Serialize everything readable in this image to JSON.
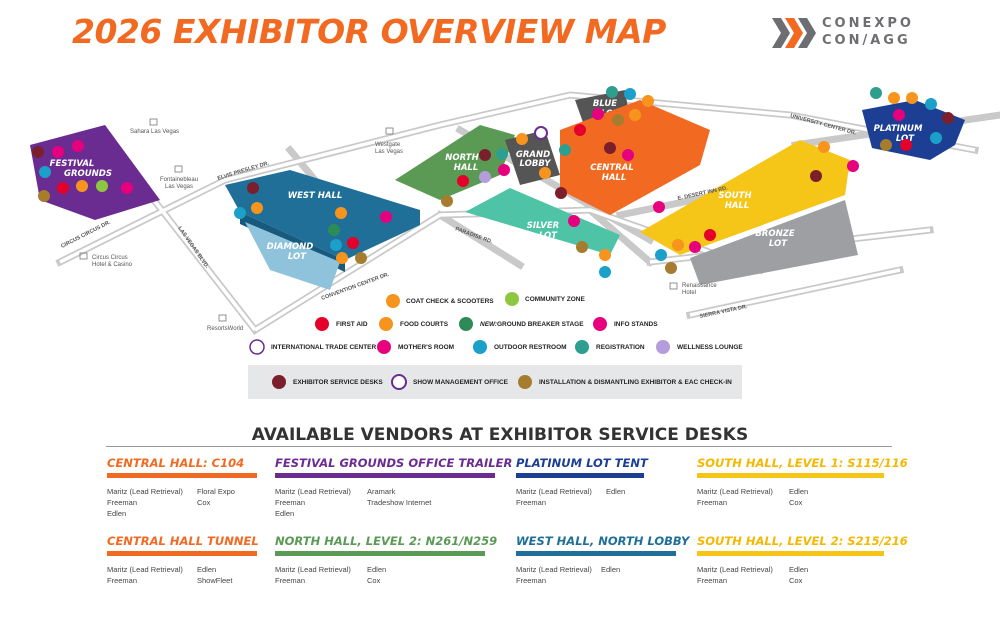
{
  "header": {
    "title": "2026 EXHIBITOR OVERVIEW MAP",
    "logo_line1": "CONEXPO",
    "logo_line2": "CON/AGG"
  },
  "colors": {
    "orange": "#f26a21",
    "purple": "#6b2c91",
    "blue": "#1f6f99",
    "lightblue": "#8fc3dc",
    "green": "#5a9a55",
    "teal": "#4fc3a6",
    "yellow": "#f5c518",
    "gray": "#9d9fa2",
    "navy": "#1c3f94",
    "darkgray": "#555",
    "road": "#d9d9d9"
  },
  "map": {
    "venues": {
      "festival": "FESTIVAL GROUNDS",
      "west": "WEST HALL",
      "diamond": "DIAMOND LOT",
      "north": "NORTH HALL",
      "grand": "GRAND LOBBY",
      "blue": "BLUE LOT",
      "central": "CENTRAL HALL",
      "silver": "SILVER LOT",
      "south": "SOUTH HALL",
      "bronze": "BRONZE LOT",
      "platinum": "PLATINUM LOT"
    },
    "roads": {
      "circus": "CIRCUS CIRCUS DR.",
      "elvis": "ELVIS PRESLEY DR.",
      "lasvegas": "LAS VEGAS BLVD.",
      "convention": "CONVENTION CENTER DR.",
      "paradise": "PARADISE RD.",
      "desertinn": "E. DESERT INN RD.",
      "sierra": "SIERRA VISTA DR.",
      "university": "UNIVERSITY CENTER DR."
    },
    "hotels": {
      "sahara": "Sahara Las Vegas",
      "westgate1": "Westgate",
      "westgate2": "Las Vegas",
      "fontainebleau1": "Fontainebleau",
      "fontainebleau2": "Las Vegas",
      "circus1": "Circus Circus",
      "circus2": "Hotel & Casino",
      "resorts": "ResortsWorld",
      "renaissance1": "Renaissance",
      "renaissance2": "Hotel"
    }
  },
  "legend": {
    "coat": "COAT CHECK & SCOOTERS",
    "community": "COMMUNITY ZONE",
    "firstaid": "FIRST AID",
    "food": "FOOD COURTS",
    "new_prefix": "NEW:",
    "groundbreaker": "GROUND BREAKER STAGE",
    "info": "INFO STANDS",
    "itc": "INTERNATIONAL TRADE CENTER",
    "mothers": "MOTHER'S ROOM",
    "restroom": "OUTDOOR RESTROOM",
    "registration": "REGISTRATION",
    "wellness": "WELLNESS LOUNGE",
    "service": "EXHIBITOR SERVICE DESKS",
    "showmgmt": "SHOW MANAGEMENT OFFICE",
    "install": "INSTALLATION & DISMANTLING EXHIBITOR & EAC CHECK-IN"
  },
  "vendors": {
    "title": "AVAILABLE VENDORS AT EXHIBITOR SERVICE DESKS",
    "desks": [
      {
        "name": "CENTRAL HALL: C104",
        "col1": [
          "Maritz (Lead Retrieval)",
          "Freeman",
          "Edlen"
        ],
        "col2": [
          "Floral Expo",
          "Cox"
        ]
      },
      {
        "name": "FESTIVAL GROUNDS OFFICE TRAILER",
        "col1": [
          "Maritz (Lead Retrieval)",
          "Freeman",
          "Edlen"
        ],
        "col2": [
          "Aramark",
          "Tradeshow Internet"
        ]
      },
      {
        "name": "PLATINUM LOT TENT",
        "col1": [
          "Maritz (Lead Retrieval)",
          "Freeman"
        ],
        "col2": [
          "Edlen"
        ]
      },
      {
        "name": "SOUTH HALL, LEVEL 1: S115/116",
        "col1": [
          "Maritz (Lead Retrieval)",
          "Freeman"
        ],
        "col2": [
          "Edlen",
          "Cox"
        ]
      },
      {
        "name": "CENTRAL HALL TUNNEL",
        "col1": [
          "Maritz (Lead Retrieval)",
          "Freeman"
        ],
        "col2": [
          "Edlen",
          "ShowFleet"
        ]
      },
      {
        "name": "NORTH HALL, LEVEL 2: N261/N259",
        "col1": [
          "Maritz (Lead Retrieval)",
          "Freeman"
        ],
        "col2": [
          "Edlen",
          "Cox"
        ]
      },
      {
        "name": "WEST HALL, NORTH LOBBY",
        "col1": [
          "Maritz (Lead Retrieval)",
          "Freeman"
        ],
        "col2": [
          "Edlen"
        ]
      },
      {
        "name": "SOUTH HALL, LEVEL 2: S215/216",
        "col1": [
          "Maritz (Lead Retrieval)",
          "Freeman"
        ],
        "col2": [
          "Edlen",
          "Cox"
        ]
      }
    ]
  }
}
